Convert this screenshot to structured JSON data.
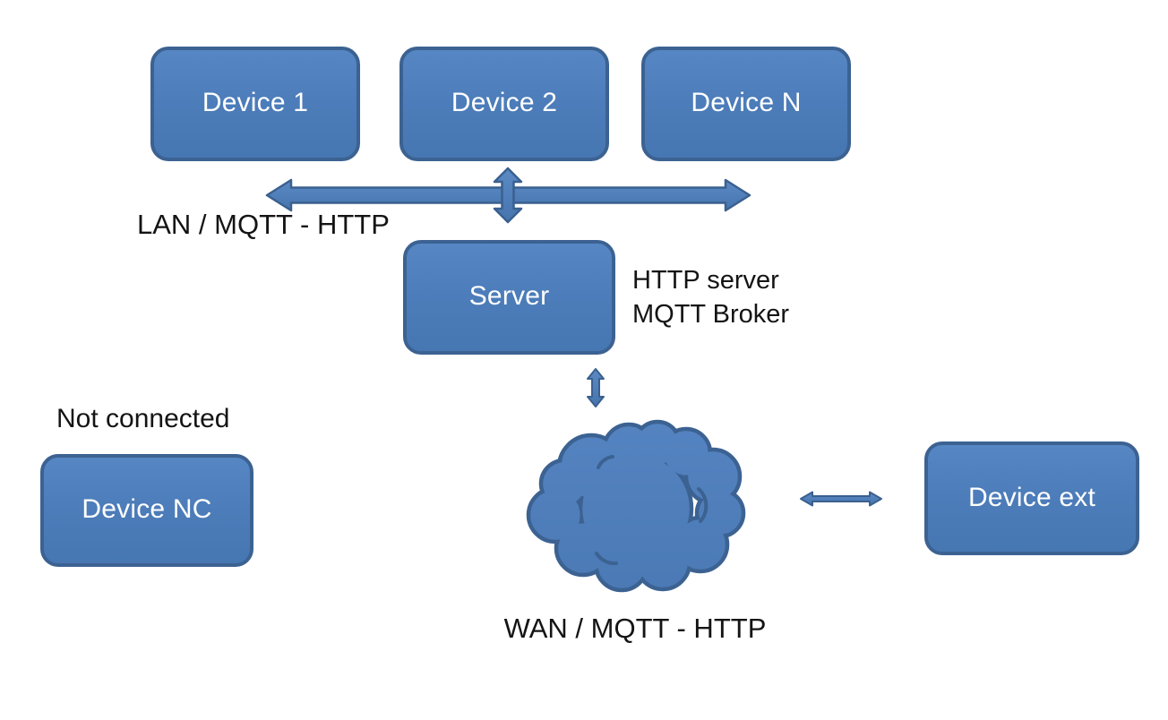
{
  "diagram": {
    "kind": "network-architecture",
    "colors": {
      "background": "#ffffff",
      "node_fill": "#4d7dba",
      "node_fill_light": "#5687c4",
      "node_border": "#3c6292",
      "arrow_fill": "#4f81bd",
      "arrow_border": "#3a608f",
      "label_text": "#141414",
      "node_text": "#ffffff"
    },
    "nodes": {
      "device1": {
        "label": "Device 1"
      },
      "device2": {
        "label": "Device 2"
      },
      "deviceN": {
        "label": "Device N"
      },
      "server": {
        "label": "Server"
      },
      "deviceNC": {
        "label": "Device NC"
      },
      "deviceExt": {
        "label": "Device ext"
      }
    },
    "cloud": {
      "name": "WAN cloud"
    },
    "annotations": {
      "lan": "LAN / MQTT - HTTP",
      "server_role_1": "HTTP server",
      "server_role_2": "MQTT Broker",
      "not_connected": "Not connected",
      "wan": "WAN / MQTT - HTTP"
    },
    "connections": [
      {
        "from": "device1",
        "to": "deviceN",
        "via": "LAN bus",
        "type": "bidirectional"
      },
      {
        "from": "device2",
        "to": "server",
        "via": "LAN bus",
        "type": "bidirectional"
      },
      {
        "from": "server",
        "to": "WAN cloud",
        "via": "",
        "type": "bidirectional"
      },
      {
        "from": "WAN cloud",
        "to": "deviceExt",
        "via": "",
        "type": "bidirectional"
      },
      {
        "from": "deviceNC",
        "to": "",
        "via": "",
        "type": "none"
      }
    ]
  }
}
